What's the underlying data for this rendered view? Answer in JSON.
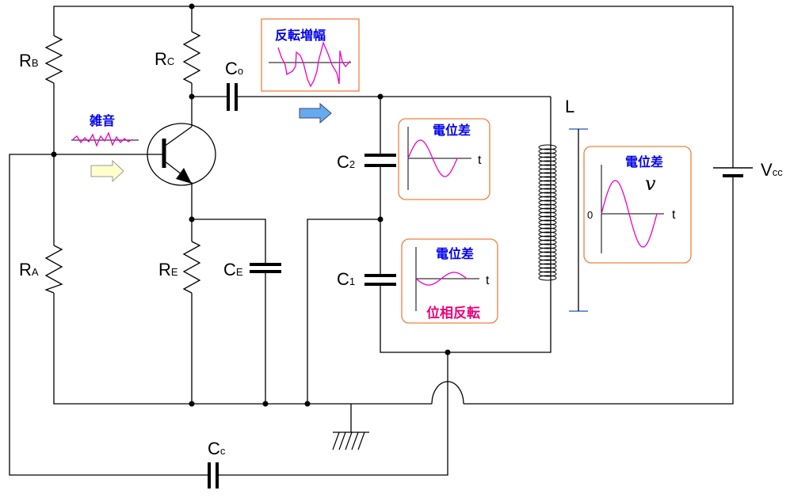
{
  "labels": {
    "rb": {
      "main": "R",
      "sub": "B"
    },
    "rc": {
      "main": "R",
      "sub": "C"
    },
    "co": {
      "main": "C",
      "sub": "o"
    },
    "ra": {
      "main": "R",
      "sub": "A"
    },
    "re": {
      "main": "R",
      "sub": "E"
    },
    "ce": {
      "main": "C",
      "sub": "E"
    },
    "c2": {
      "main": "C",
      "sub": "2"
    },
    "c1": {
      "main": "C",
      "sub": "1"
    },
    "cc": {
      "main": "C",
      "sub": "c"
    },
    "vcc": {
      "main": "V",
      "sub": "cc"
    },
    "l": "L"
  },
  "noise_label": "雑音",
  "amp_box": {
    "title": "反転増幅"
  },
  "graph_c2": {
    "title": "電位差",
    "axis": "t"
  },
  "graph_c1": {
    "title": "電位差",
    "axis": "t",
    "note": "位相反転"
  },
  "graph_l": {
    "title": "電位差",
    "symbol": "v",
    "origin": "0",
    "axis": "t"
  },
  "colors": {
    "wave": "#ee00cc",
    "title": "#0000ee",
    "note": "#ee0077",
    "box": "#f08040",
    "arrow_in": "#ffffcc",
    "arrow_out": "#66aaee"
  }
}
